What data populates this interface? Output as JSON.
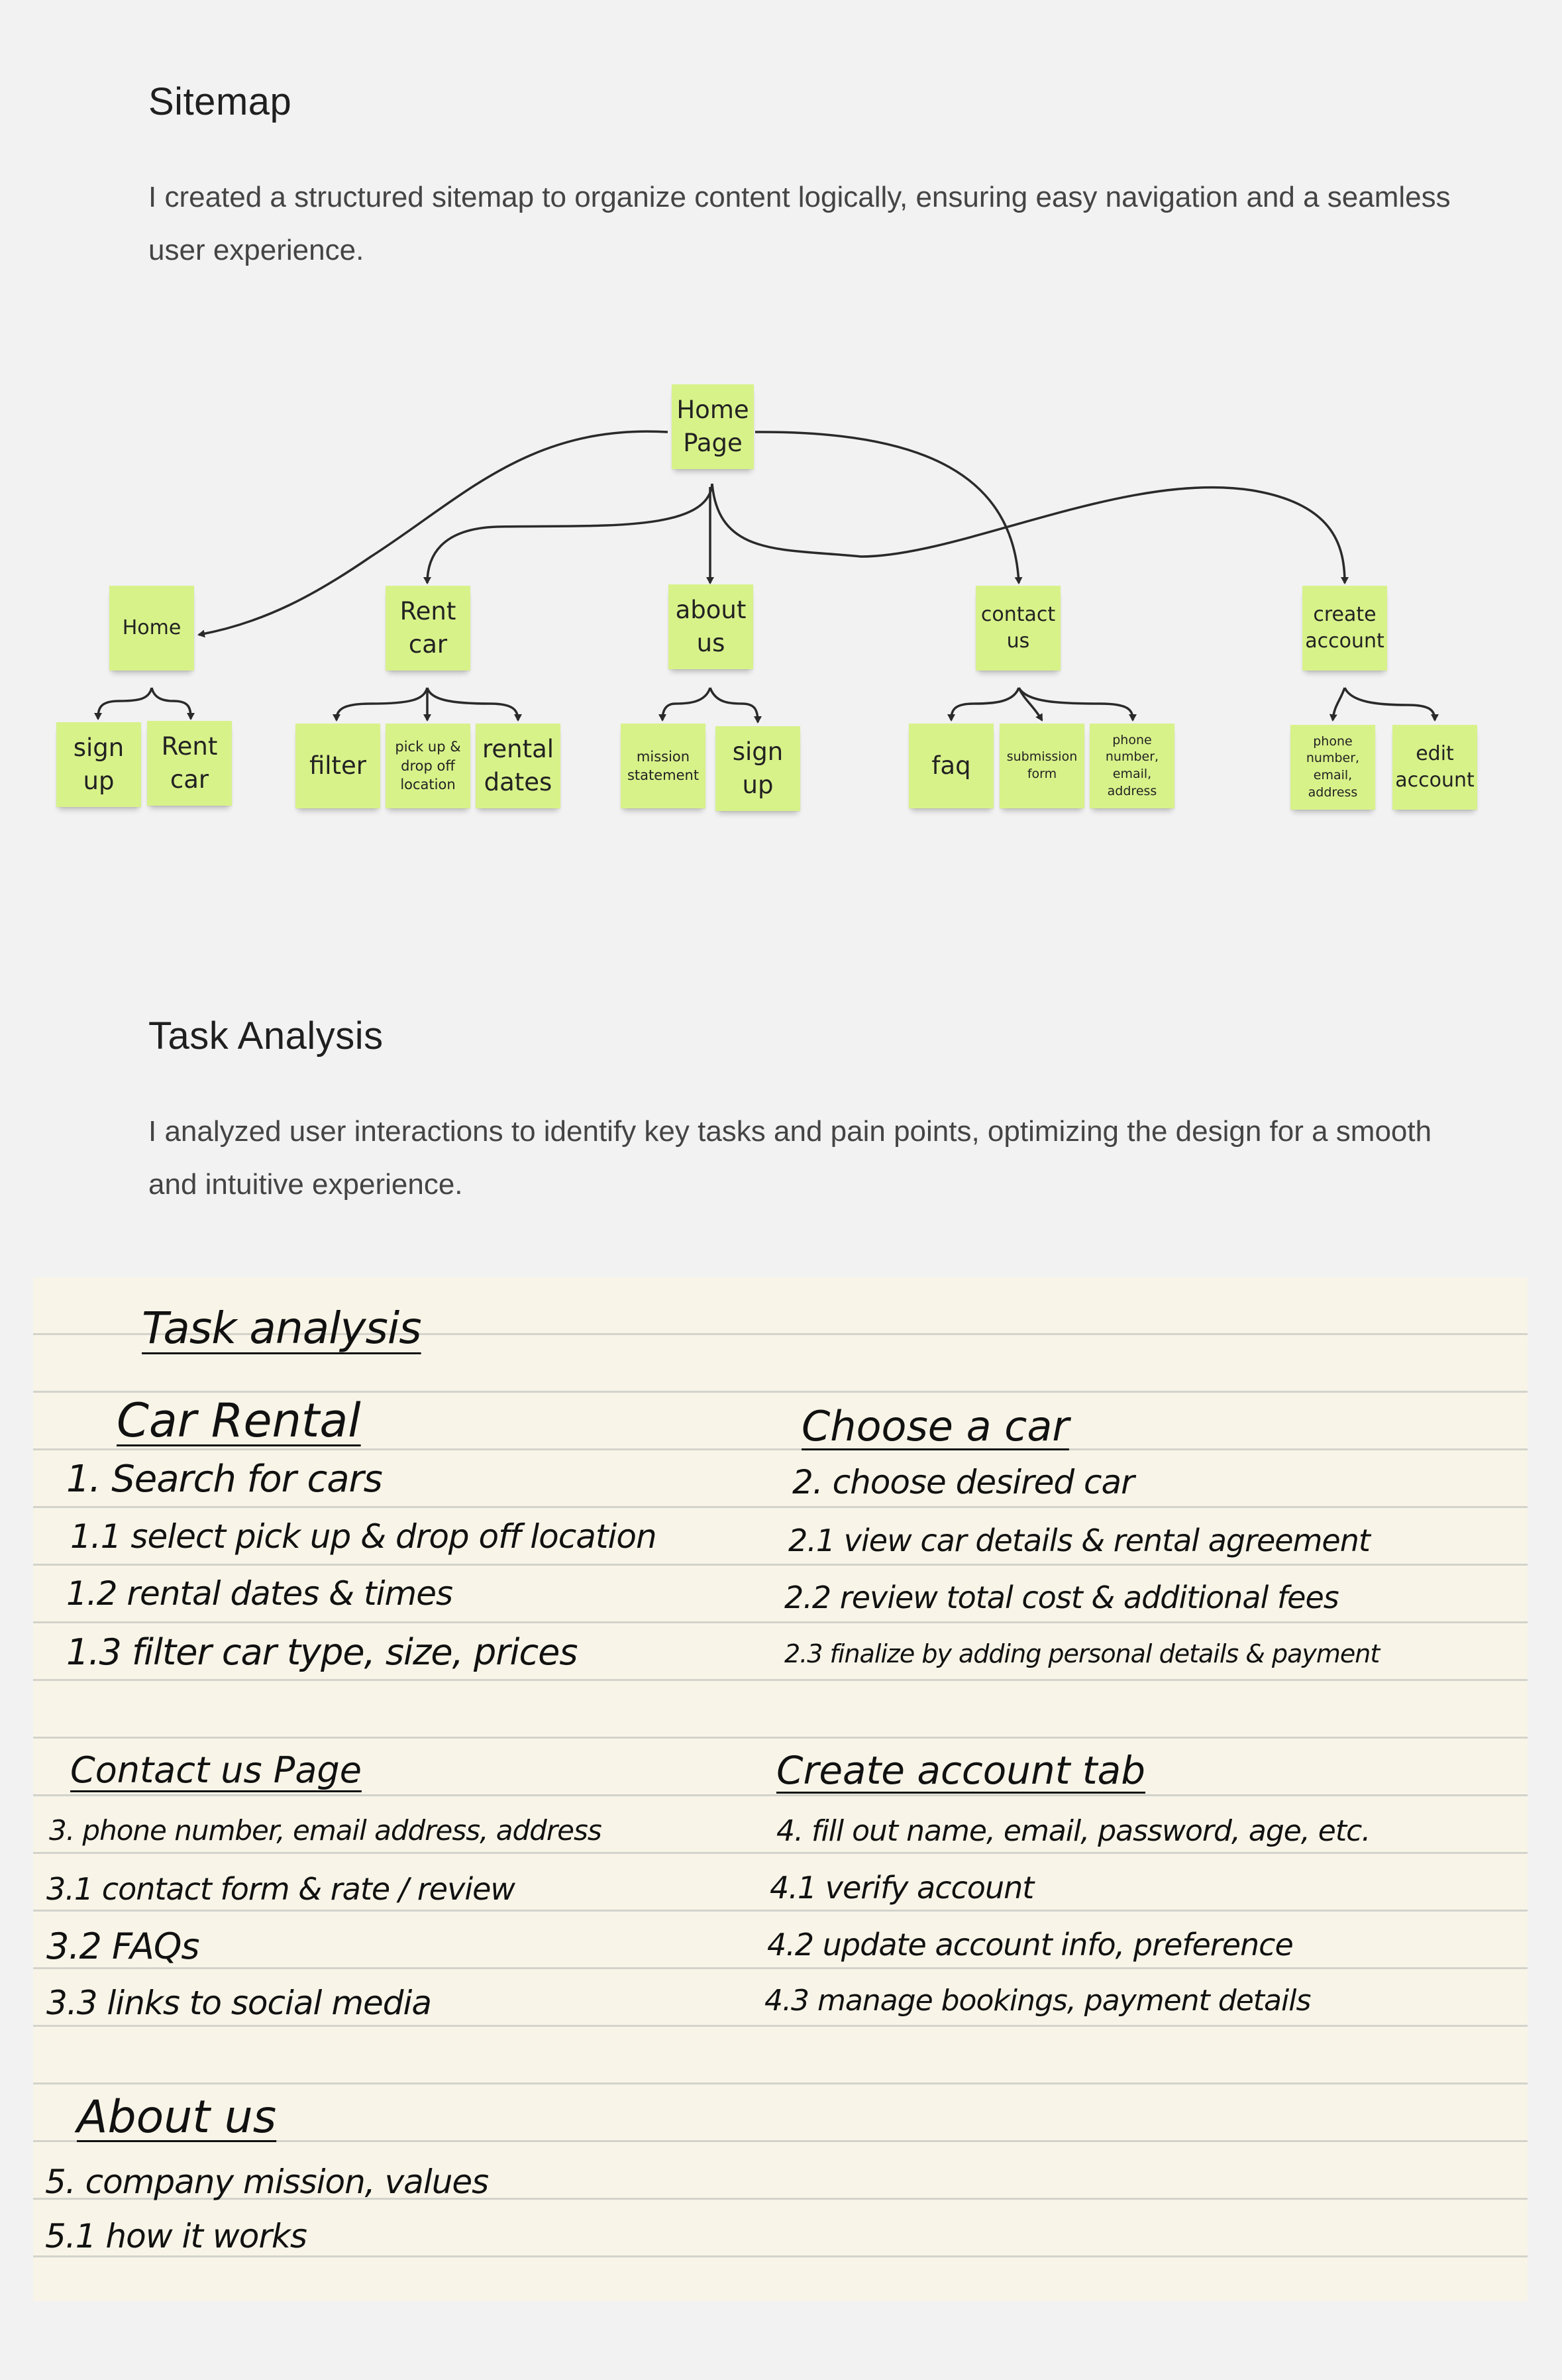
{
  "sitemap": {
    "title": "Sitemap",
    "description": "I created a structured sitemap to organize content logically, ensuring easy navigation and a seamless user experience.",
    "root": "Home\nPage",
    "sections": [
      {
        "label": "Home",
        "children": [
          "sign\nup",
          "Rent\ncar"
        ]
      },
      {
        "label": "Rent\ncar",
        "children": [
          "filter",
          "pick up &\ndrop off\nlocation",
          "rental\ndates"
        ]
      },
      {
        "label": "about\nus",
        "children": [
          "mission\nstatement",
          "sign\nup"
        ]
      },
      {
        "label": "contact\nus",
        "children": [
          "faq",
          "submission\nform",
          "phone\nnumber,\nemail,\naddress"
        ]
      },
      {
        "label": "create\naccount",
        "children": [
          "phone\nnumber,\nemail,\naddress",
          "edit\naccount"
        ]
      }
    ]
  },
  "task_analysis": {
    "title": "Task Analysis",
    "description": "I analyzed user interactions to identify key tasks and pain points, optimizing the design for a smooth and intuitive experience.",
    "notebook": {
      "heading": "Task analysis",
      "groups": [
        {
          "title": "Car Rental",
          "items": [
            "1. Search for cars",
            "1.1 select pick up & drop off location",
            "1.2 rental dates & times",
            "1.3 filter car type, size, prices"
          ]
        },
        {
          "title": "Choose a car",
          "items": [
            "2. choose desired car",
            "2.1 view car details & rental agreement",
            "2.2 review total cost & additional fees",
            "2.3 finalize by adding personal details & payment"
          ]
        },
        {
          "title": "Contact us Page",
          "items": [
            "3. phone number, email address, address",
            "3.1 contact form & rate / review",
            "3.2 FAQs",
            "3.3 links to social media"
          ]
        },
        {
          "title": "Create account tab",
          "items": [
            "4. fill out name, email, password, age, etc.",
            "4.1 verify account",
            "4.2 update account info, preference",
            "4.3 manage bookings, payment details"
          ]
        },
        {
          "title": "About us",
          "items": [
            "5. company mission, values",
            "5.1 how it works"
          ]
        }
      ]
    }
  }
}
